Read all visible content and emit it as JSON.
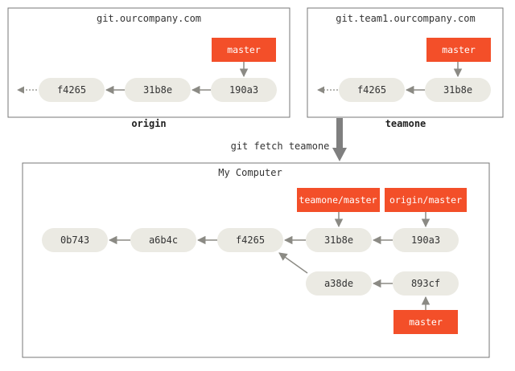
{
  "origin_server": {
    "host": "git.ourcompany.com",
    "label": "origin"
  },
  "team_server": {
    "host": "git.team1.ourcompany.com",
    "label": "teamone"
  },
  "fetch_command": "git fetch teamone",
  "local": {
    "title": "My Computer"
  },
  "commits": {
    "origin_f4265": "f4265",
    "origin_31b8e": "31b8e",
    "origin_190a3": "190a3",
    "team_f4265": "f4265",
    "team_31b8e": "31b8e",
    "local_0b743": "0b743",
    "local_a6b4c": "a6b4c",
    "local_f4265": "f4265",
    "local_31b8e": "31b8e",
    "local_190a3": "190a3",
    "local_a38de": "a38de",
    "local_893cf": "893cf"
  },
  "branches": {
    "origin_master": "master",
    "team_master": "master",
    "local_teamone_master": "teamone/master",
    "local_origin_master": "origin/master",
    "local_master": "master"
  },
  "colors": {
    "commit_fill": "#ebeae3",
    "branch_fill": "#f34f29",
    "arrow": "#8b8a84",
    "box_border": "#777777",
    "fetch_arrow": "#7f7f7f"
  }
}
